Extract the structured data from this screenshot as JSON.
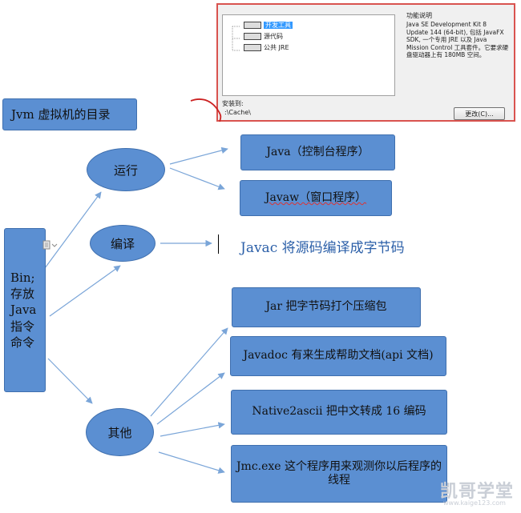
{
  "installer": {
    "tree_items": [
      "开发工具",
      "源代码",
      "公共 JRE"
    ],
    "feature_title": "功能说明",
    "feature_desc": "Java SE Development Kit 8 Update 144 (64-bit), 包括 JavaFX SDK, 一个专用 JRE 以及 Java Mission Control 工具套件。它要求硬盘驱动器上有 180MB 空间。",
    "install_to_label": "安装到:",
    "install_path": ":\\Cache\\",
    "change_button": "更改(C)..."
  },
  "diagram": {
    "jvm_label": "Jvm 虚拟机的目录",
    "bin_label": "Bin;\n存放\nJava\n指令\n命令",
    "run": "运行",
    "compile": "编译",
    "other": "其他",
    "java": "Java（控制台程序）",
    "javaw": "Javaw（窗口程序）",
    "javac": "Javac 将源码编译成字节码",
    "jar": "Jar 把字节码打个压缩包",
    "javadoc": "Javadoc 有来生成帮助文档(api 文档)",
    "native2ascii": "Native2ascii 把中文转成 16 编码",
    "jmc": "Jmc.exe 这个程序用来观测你以后程序的\n线程"
  },
  "watermark": {
    "brand": "凯哥学堂",
    "url": "www.kaige123.com"
  },
  "colors": {
    "box_fill": "#5b8fd2",
    "box_border": "#3f6fae",
    "arrow": "#7aa5d8",
    "installer_border": "#d9534f",
    "annotation": "#cc2222"
  }
}
